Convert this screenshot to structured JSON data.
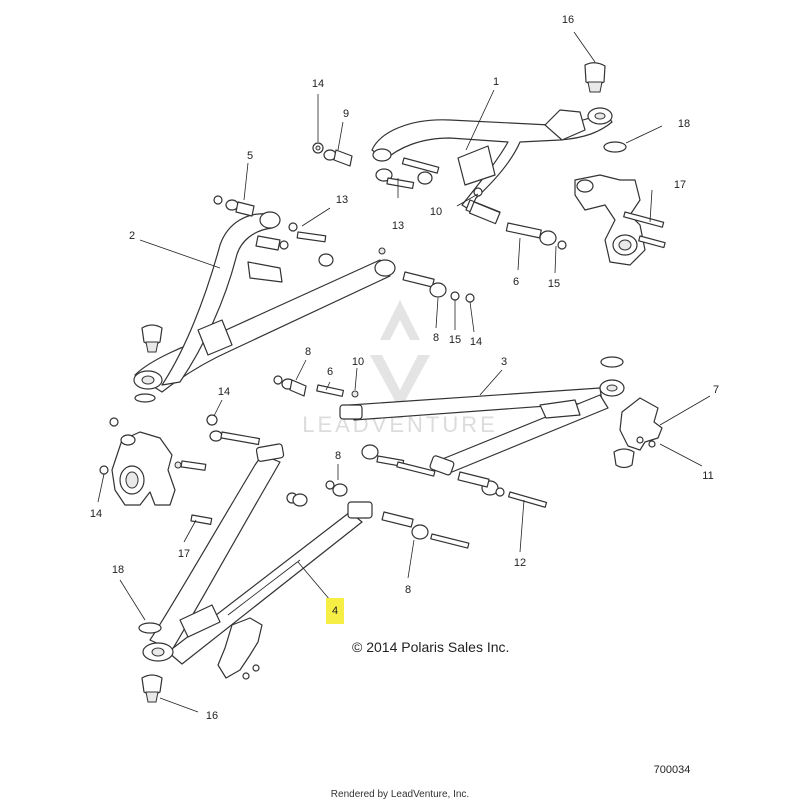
{
  "diagram": {
    "callouts": {
      "c16a": "16",
      "c14a": "14",
      "c9": "9",
      "c1": "1",
      "c18a": "18",
      "c5": "5",
      "c13a": "13",
      "c13b": "13",
      "c10a": "10",
      "c17a": "17",
      "c2": "2",
      "c6a": "6",
      "c15a": "15",
      "c8a": "8",
      "c15b": "15",
      "c14b": "14",
      "c8b": "8",
      "c6b": "6",
      "c10b": "10",
      "c3": "3",
      "c7": "7",
      "c14c": "14",
      "c11": "11",
      "c8c": "8",
      "c14d": "14",
      "c17b": "17",
      "c12": "12",
      "c18b": "18",
      "c4": "4",
      "c8d": "8",
      "c16b": "16"
    },
    "highlighted_part": "4",
    "highlight_color": "#f7ee45",
    "copyright": "© 2014 Polaris Sales Inc.",
    "diagram_number": "700034",
    "rendered_by": "Rendered by LeadVenture, Inc.",
    "watermark": "LEADVENTURE"
  }
}
